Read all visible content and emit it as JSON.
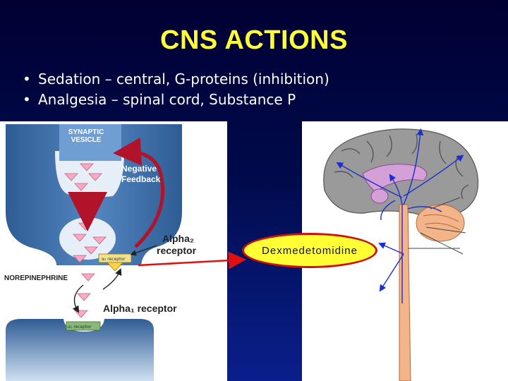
{
  "slide": {
    "title": "CNS ACTIONS",
    "bullets": [
      "Sedation – central, G-proteins (inhibition)",
      "Analgesia – spinal cord, Substance P"
    ]
  },
  "left_diagram": {
    "vesicle_label_1": "SYNAPTIC",
    "vesicle_label_2": "VESICLE",
    "feedback_label_1": "Negative",
    "feedback_label_2": "Feedback",
    "alpha2_label_1": "Alpha₂",
    "alpha2_label_2": "receptor",
    "alpha2_small": "α₂ receptor",
    "norepinephrine": "NOREPINEPHRINE",
    "alpha1_label": "Alpha₁ receptor",
    "alpha1_small": "α₁ receptor"
  },
  "drug_label": "Dexmedetomidine",
  "colors": {
    "title": "#ffff33",
    "background": "#000a4a",
    "neuron": "#3f6fa8",
    "arrow_red": "#b0132a",
    "receptor": "#ffd24d",
    "pointer_line": "#dd1111",
    "brain_pink": "#d4a0d8",
    "spinal_cord": "#f4b48a"
  }
}
